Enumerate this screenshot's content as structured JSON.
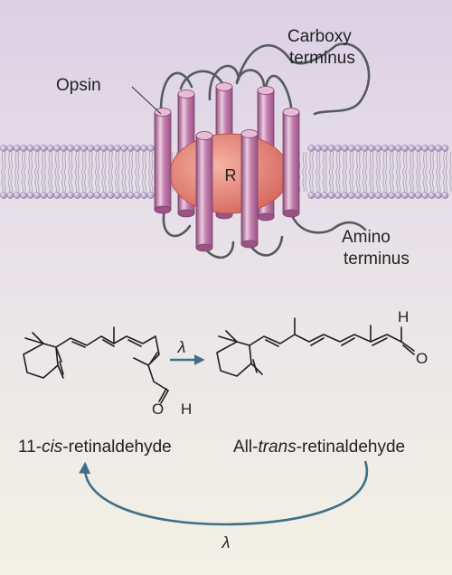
{
  "labels": {
    "opsin": "Opsin",
    "carboxy_line1": "Carboxy",
    "carboxy_line2": "terminus",
    "amino_line1": "Amino",
    "amino_line2": "terminus",
    "retinal": "R",
    "lambda_forward": "λ",
    "lambda_reverse": "λ",
    "aldehyde_o": "O",
    "aldehyde_h": "H",
    "cis_prefix": "11-",
    "cis_italic": "cis",
    "cis_suffix": "-retinaldehyde",
    "trans_prefix": "All-",
    "trans_italic": "trans",
    "trans_suffix": "-retinaldehyde"
  },
  "colors": {
    "background_top": "#dcd0e6",
    "background_bottom": "#f3f1e6",
    "helix": "#b672a0",
    "helix_highlight": "#eccbe0",
    "retinal": "#e07266",
    "lipid_head": "#a99ac0",
    "loop": "#555a5e",
    "arrow": "#3f6e86"
  }
}
